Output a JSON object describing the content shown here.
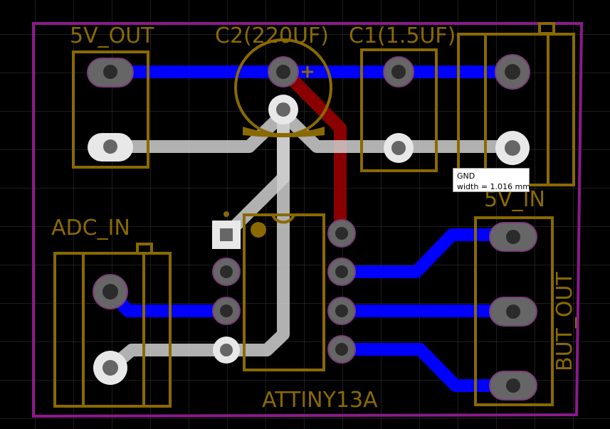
{
  "labels": {
    "five_v_out": "5V_OUT",
    "c2": "C2(220UF)",
    "c1": "C1(1.5UF)",
    "five_v_in": "5V_IN",
    "adc_in": "ADC_IN",
    "but_out": "BUT_OUT",
    "attiny": "ATTINY13A"
  },
  "tooltip": {
    "net": "GND",
    "width": " width = 1.016 mm"
  },
  "colors": {
    "background": "#000000",
    "grid": "#3a3a3a",
    "board_outline": "#8b1a8b",
    "silkscreen": "#8a6a00",
    "top_copper": "#8a0000",
    "bottom_copper": "#0000ff",
    "highlighted_net": "#d9d9d9",
    "pad": "#666666"
  }
}
